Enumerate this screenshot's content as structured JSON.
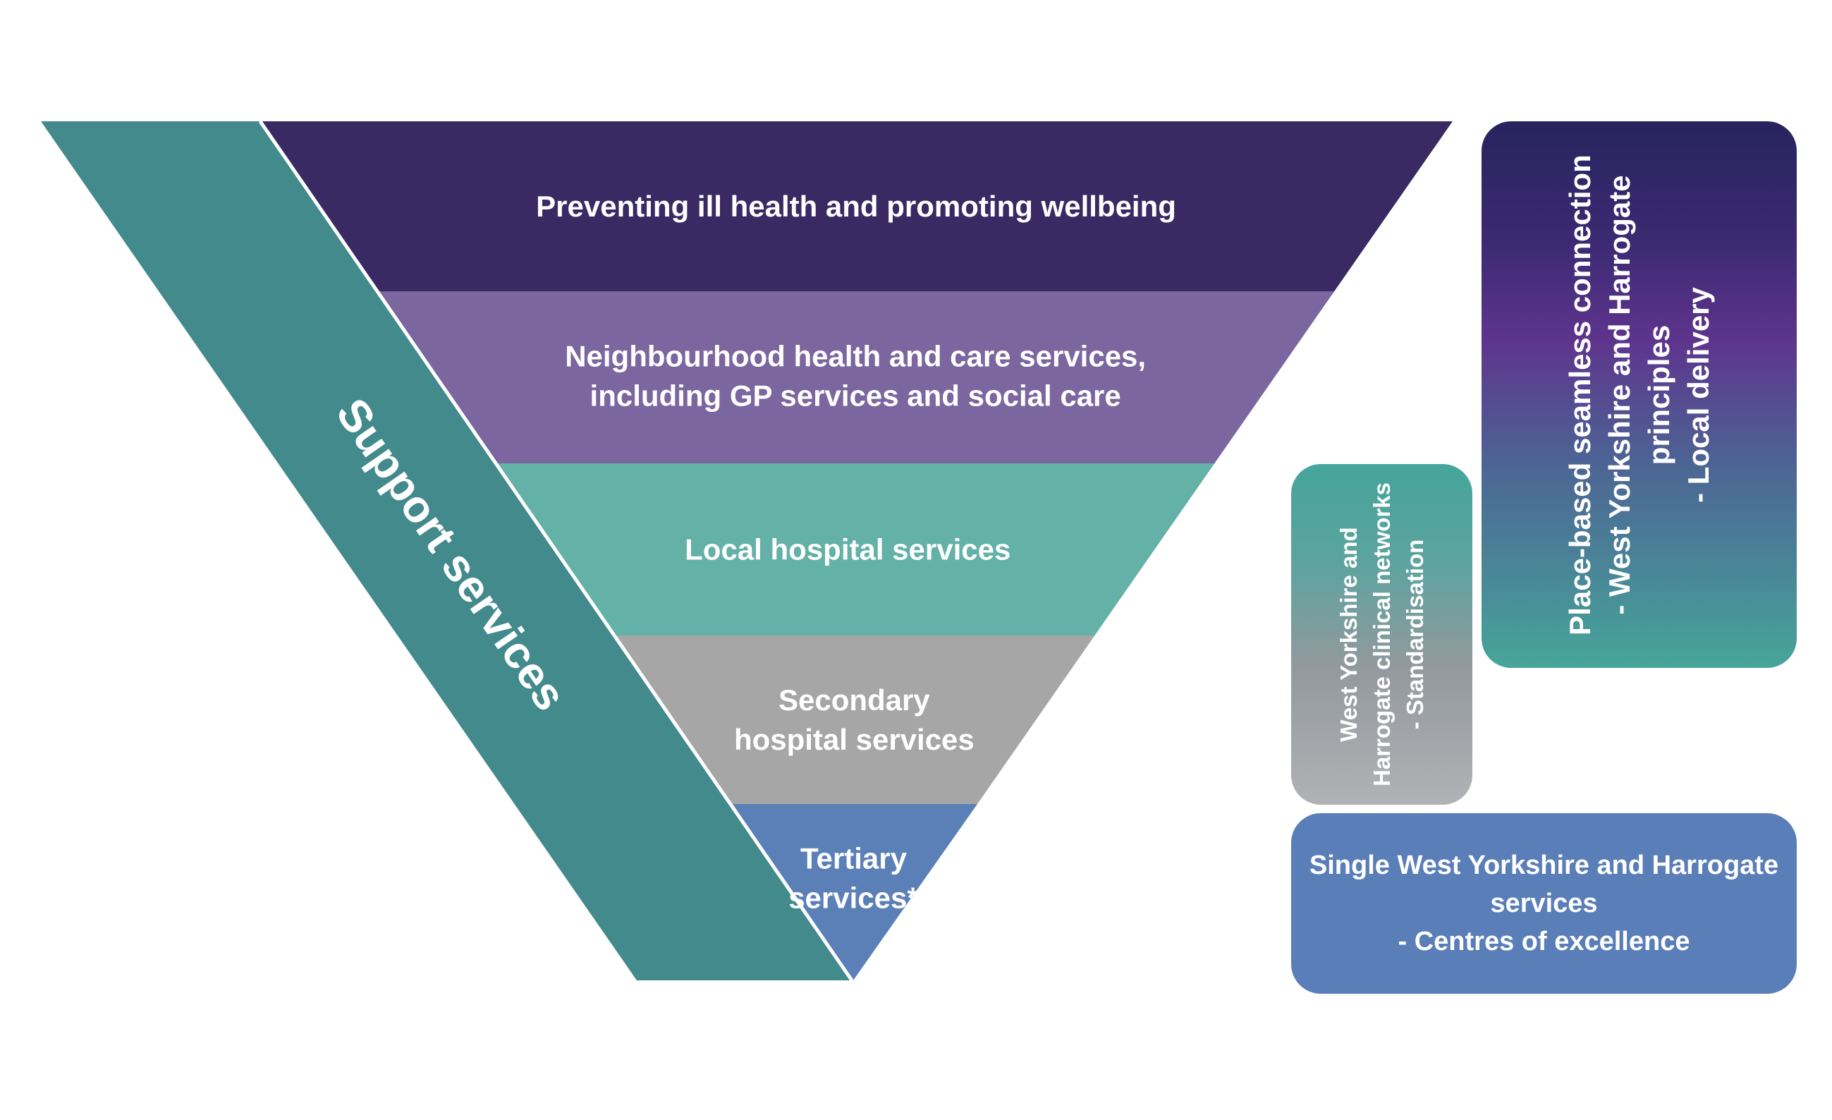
{
  "pyramid": {
    "tiers": [
      {
        "lines": [
          "Preventing ill health and promoting wellbeing"
        ],
        "color": "#3a2a64"
      },
      {
        "lines": [
          "Neighbourhood health and care services,",
          "including GP services and social care"
        ],
        "color": "#7b669f"
      },
      {
        "lines": [
          "Local hospital services"
        ],
        "color": "#63b1a7"
      },
      {
        "lines": [
          "Secondary",
          "hospital services"
        ],
        "color": "#a6a6a6"
      },
      {
        "lines": [
          "Tertiary",
          "services*"
        ],
        "color": "#5b80b8"
      }
    ],
    "support": {
      "label": "Support services",
      "color": "#438a8d"
    }
  },
  "boxes": {
    "place": {
      "lines": [
        "Place-based seamless connection",
        "- West Yorkshire and Harrogate",
        "principles",
        "- Local delivery"
      ]
    },
    "networks": {
      "lines": [
        "West Yorkshire and",
        "Harrogate clinical networks",
        "- Standardisation"
      ]
    },
    "single": {
      "lines": [
        "Single West Yorkshire and Harrogate",
        "services",
        "- Centres of excellence"
      ],
      "color": "#5a7eb8"
    }
  }
}
